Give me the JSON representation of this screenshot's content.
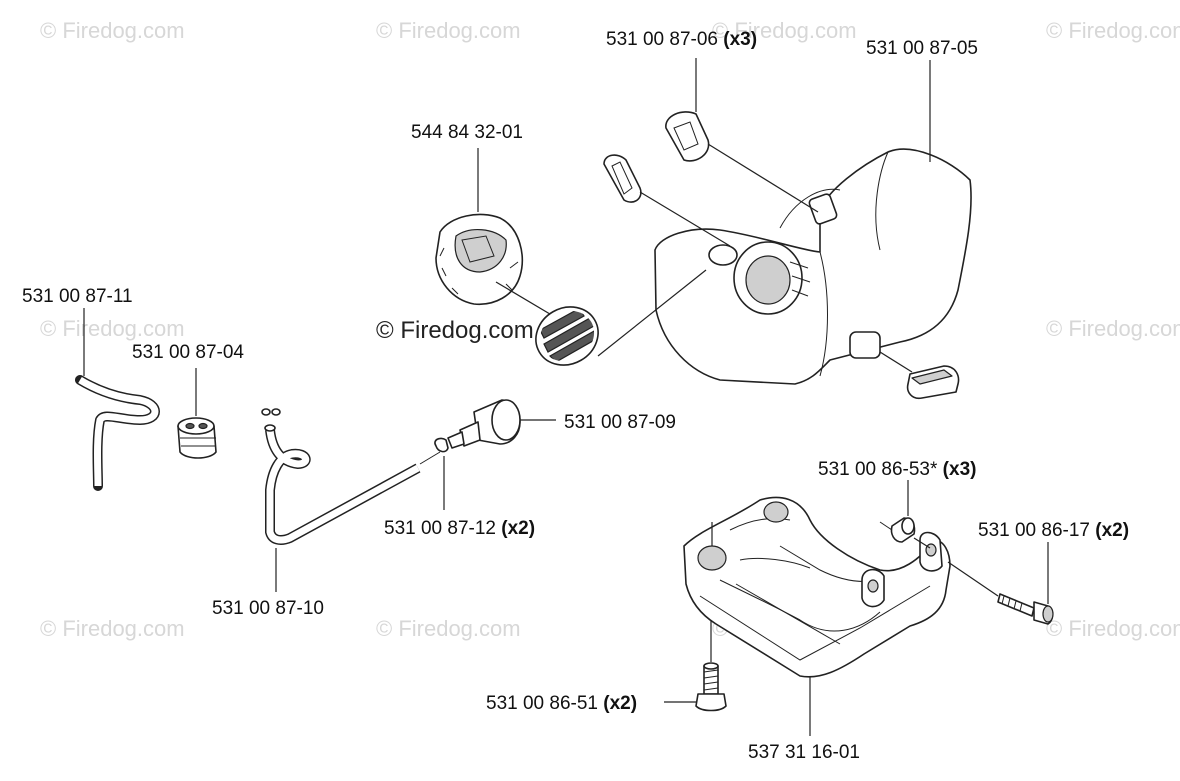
{
  "watermark": "© Firedog.com",
  "labels": {
    "cap": "544 84 32-01",
    "grommet": "531 00 87-06",
    "grommet_qty": "(x3)",
    "tank": "531 00 87-05",
    "hose_return": "531 00 87-11",
    "plug": "531 00 87-04",
    "filter": "531 00 87-09",
    "clamp": "531 00 87-12",
    "clamp_qty": "(x2)",
    "fuel_hose": "531 00 87-10",
    "bushing": "531 00 86-53*",
    "bushing_qty": "(x3)",
    "screw_side": "531 00 86-17",
    "screw_side_qty": "(x2)",
    "screw_bottom": "531 00 86-51",
    "screw_bottom_qty": "(x2)",
    "guard": "537 31 16-01"
  }
}
